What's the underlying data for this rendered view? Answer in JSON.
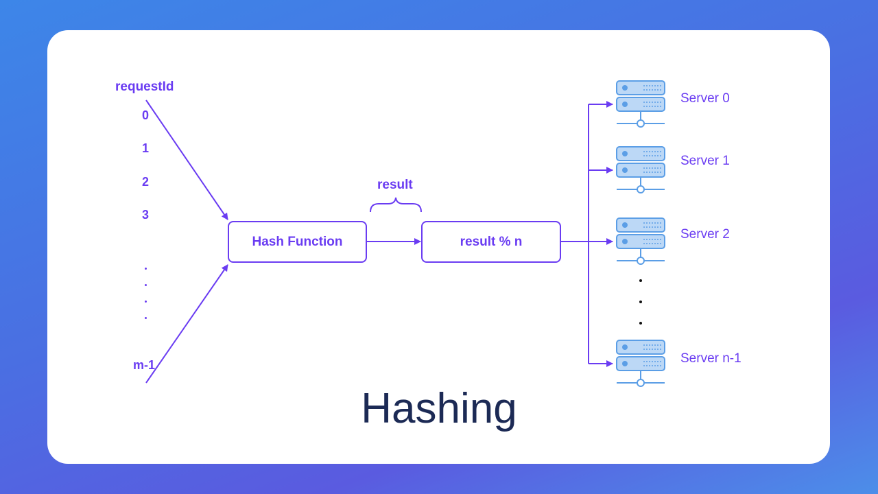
{
  "diagram": {
    "title": "Hashing",
    "input_label": "requestId",
    "request_ids": [
      "0",
      "1",
      "2",
      "3"
    ],
    "last_request_id": "m-1",
    "hash_box": "Hash Function",
    "result_label": "result",
    "modulo_box": "result % n",
    "servers": [
      "Server 0",
      "Server 1",
      "Server 2",
      "Server n-1"
    ],
    "icon": "server-rack-icon",
    "colors": {
      "accent": "#6a3cf2",
      "server_fill": "#bcd8f6",
      "server_stroke": "#5b9ee6",
      "title": "#1c2a55",
      "background": "#4a6fe2"
    }
  }
}
